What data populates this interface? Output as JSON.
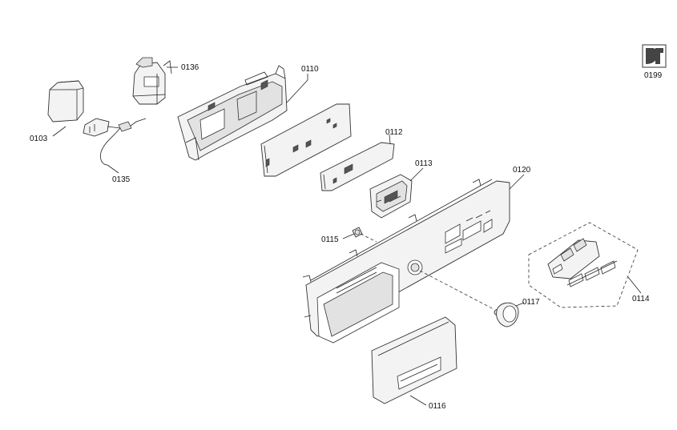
{
  "labels": {
    "p0103": "0103",
    "p0135": "0135",
    "p0136": "0136",
    "p0110": "0110",
    "p0112": "0112",
    "p0113": "0113",
    "p0120": "0120",
    "p0115": "0115",
    "p0114": "0114",
    "p0117": "0117",
    "p0116": "0116",
    "p0199": "0199"
  },
  "icons": {
    "service": "wrench-service-icon"
  }
}
